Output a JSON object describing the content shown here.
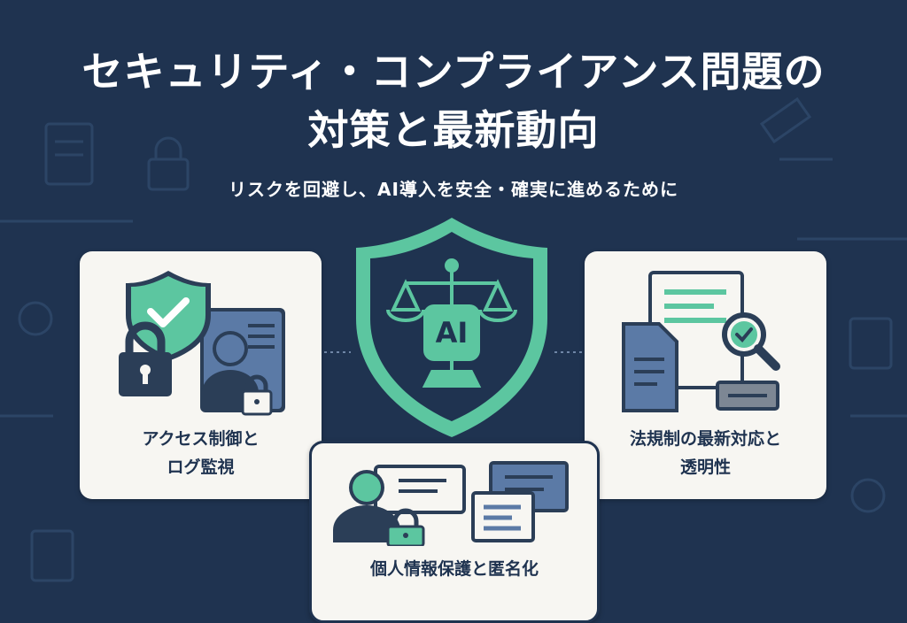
{
  "title": {
    "line1": "セキュリティ・コンプライアンス問題の",
    "line2": "対策と最新動向"
  },
  "subtitle": "リスクを回避し、AI導入を安全・確実に進めるために",
  "center_badge": {
    "text": "AI",
    "icon": "scales-icon"
  },
  "cards": {
    "left": {
      "line1": "アクセス制御と",
      "line2": "ログ監視",
      "icon": "lock-user-icon"
    },
    "right": {
      "line1": "法規制の最新対応と",
      "line2": "透明性",
      "icon": "document-check-icon"
    },
    "bottom": {
      "line1": "個人情報保護と匿名化",
      "icon": "user-privacy-icon"
    }
  },
  "colors": {
    "background": "#1f3350",
    "accent": "#5cc6a0",
    "card": "#f7f6f2",
    "navy": "#1f3350",
    "slate_blue": "#5b7aa6"
  }
}
